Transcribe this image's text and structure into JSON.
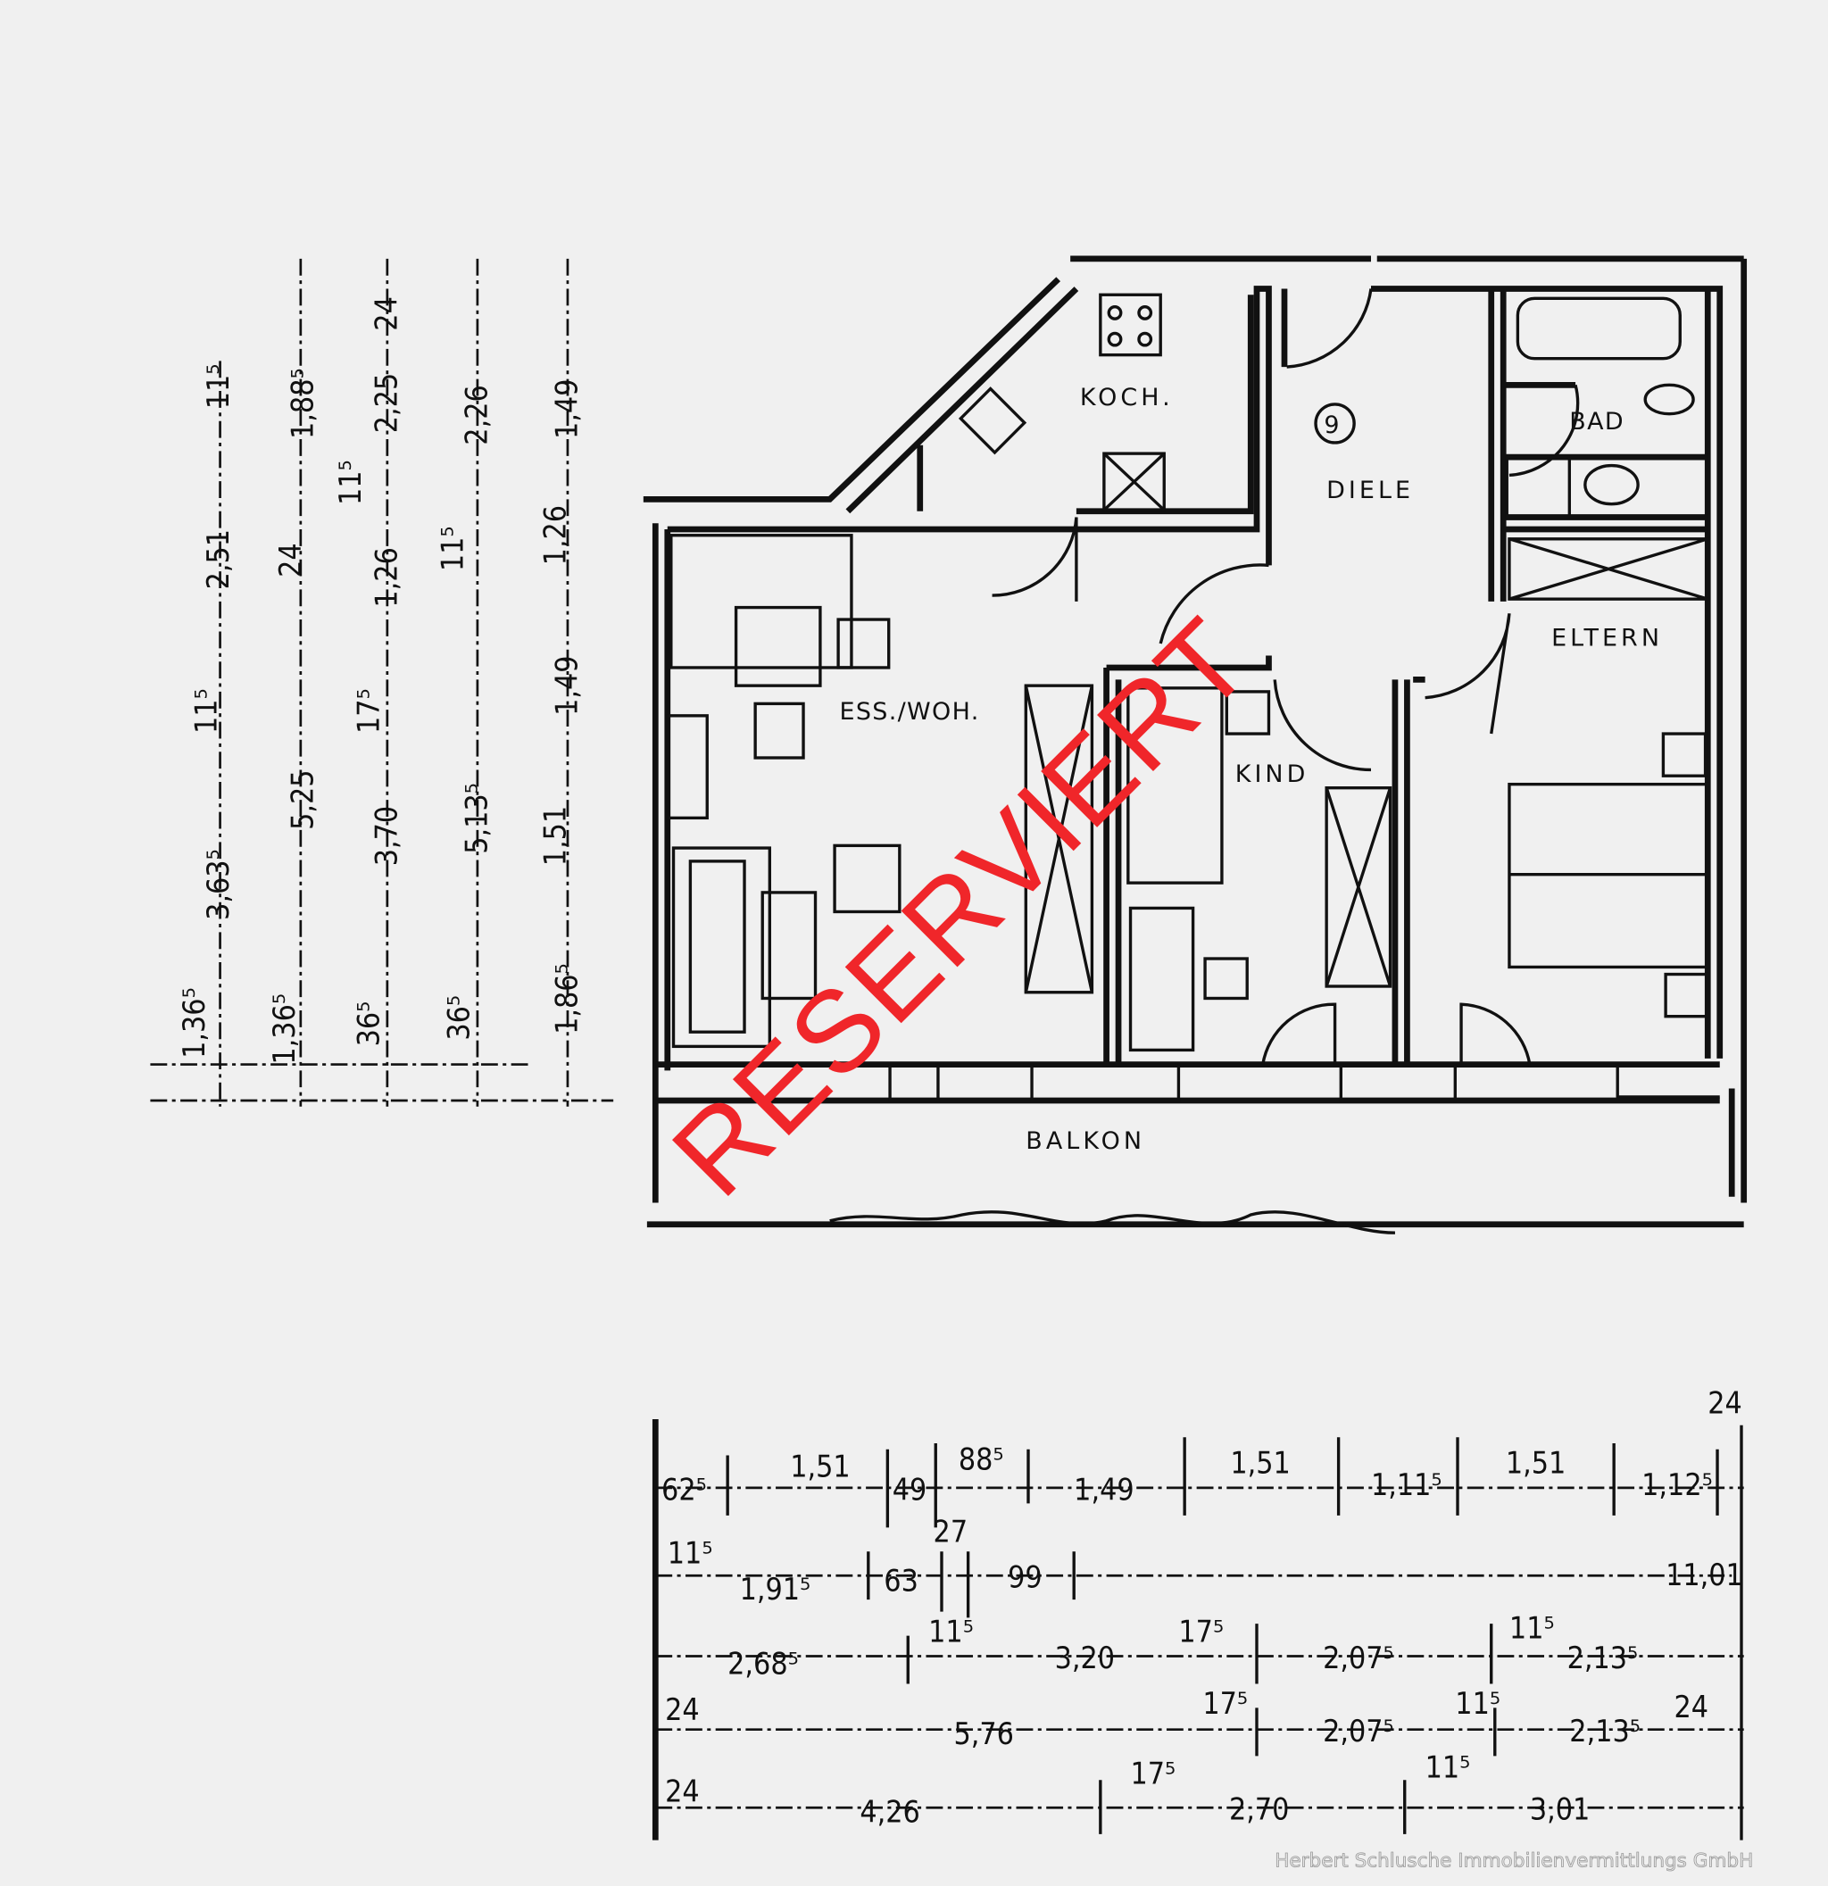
{
  "rooms": {
    "kitchen": "KOCH.",
    "unit_number": "9",
    "hall": "DIELE",
    "bath": "BAD",
    "parents": "ELTERN",
    "living": "ESS./WOH.",
    "child": "KIND",
    "balcony": "BALKON"
  },
  "stamp": "RESERVIERT",
  "watermark": "Herbert Schlusche Immobilienvermittlungs GmbH",
  "dimensions_vertical": {
    "col1": [
      "11⁵",
      "2,51",
      "11⁵",
      "3,63⁵",
      "1,36⁵"
    ],
    "col2": [
      "1,88⁵",
      "24",
      "5,25",
      "1,36⁵"
    ],
    "col3": [
      "24",
      "2,25",
      "11⁵",
      "1,26",
      "17⁵",
      "3,70",
      "36⁵"
    ],
    "col4": [
      "2,26",
      "11⁵",
      "5,13⁵",
      "36⁵"
    ],
    "col5": [
      "1,49",
      "1,26",
      "1,49",
      "1,51",
      "1,86⁵"
    ]
  },
  "dimensions_horizontal": {
    "row1": [
      "62⁵",
      "1,51",
      "49",
      "88⁵",
      "1,49",
      "1,51",
      "1,11⁵",
      "1,51",
      "1,12⁵",
      "24"
    ],
    "row2": [
      "11⁵",
      "1,91⁵",
      "63",
      "27",
      "99",
      "11,01"
    ],
    "row3": [
      "2,68⁵",
      "11⁵",
      "3,20",
      "17⁵",
      "2,07⁵",
      "11⁵",
      "2,13⁵"
    ],
    "row4": [
      "24",
      "5,76",
      "17⁵",
      "2,07⁵",
      "11⁵",
      "2,13⁵",
      "24"
    ],
    "row5": [
      "24",
      "4,26",
      "17⁵",
      "2,70",
      "11⁵",
      "3,01"
    ]
  }
}
